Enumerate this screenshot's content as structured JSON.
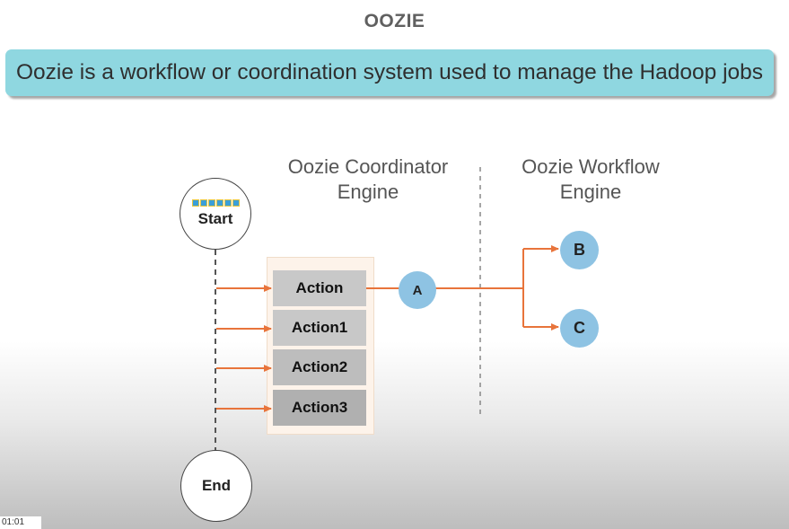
{
  "title": "OOZIE",
  "banner": "Oozie is a workflow or coordination system used to manage the Hadoop jobs",
  "headings": {
    "coordinator": [
      "Oozie Coordinator",
      "Engine"
    ],
    "workflow": [
      "Oozie Workflow",
      "Engine"
    ]
  },
  "start_label": "Start",
  "end_label": "End",
  "actions": [
    "Action",
    "Action1",
    "Action2",
    "Action3"
  ],
  "nodes": {
    "a": "A",
    "b": "B",
    "c": "C"
  },
  "timestamp": "01:01",
  "colors": {
    "banner": "#8fd7e0",
    "arrow": "#e8743b",
    "node": "#8ec3e3"
  }
}
